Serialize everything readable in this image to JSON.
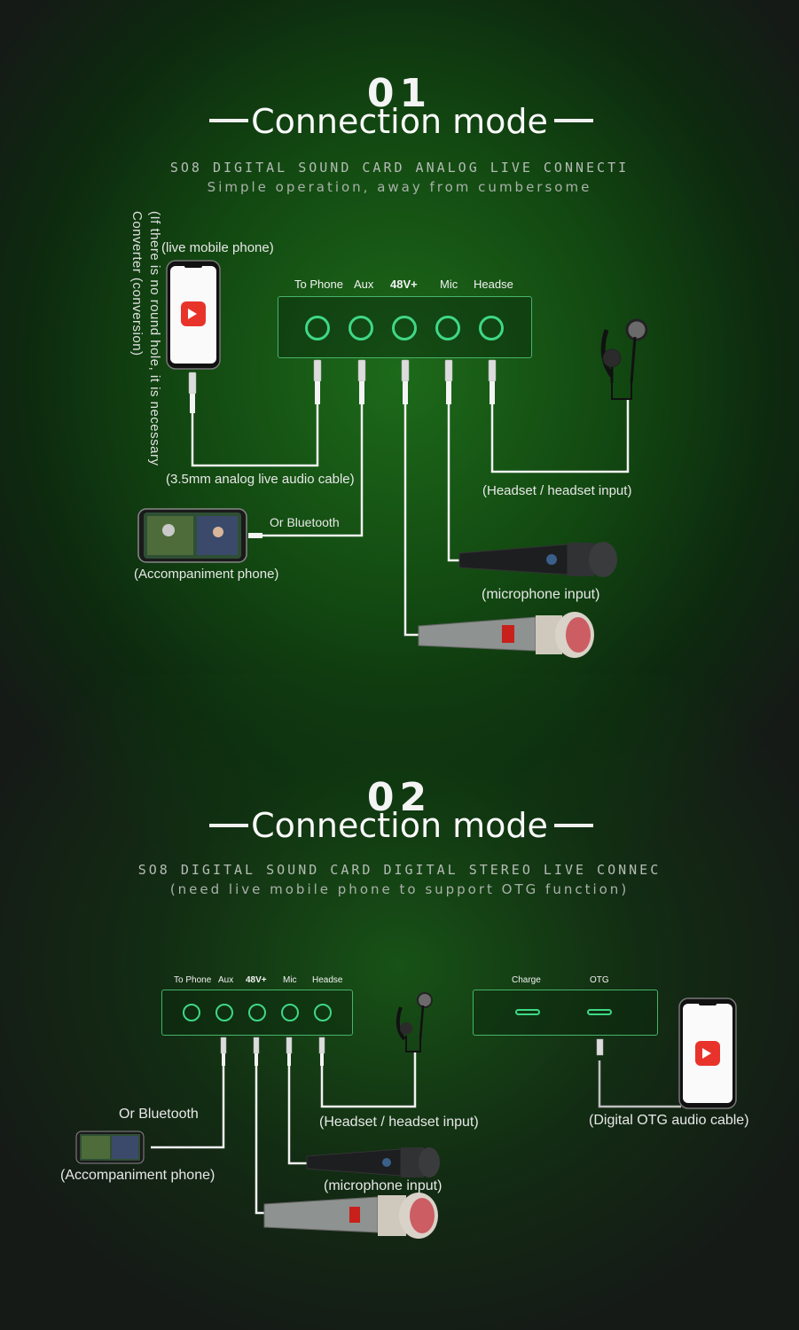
{
  "section1": {
    "number": "01",
    "title": "Connection mode",
    "subtitle": "SO8 DIGITAL SOUND CARD ANALOG LIVE CONNECTI",
    "tagline": "Simple operation, away from cumbersome",
    "note": "(If there is no round hole, it is necessary Converter (conversion)",
    "ports": [
      "To Phone",
      "Aux",
      "48V+",
      "Mic",
      "Headse"
    ],
    "labels": {
      "live_phone": "(live mobile phone)",
      "cable": "(3.5mm analog live audio cable)",
      "bluetooth": "Or Bluetooth",
      "accompaniment": "(Accompaniment phone)",
      "headset": "(Headset / headset input)",
      "microphone": "(microphone input)"
    }
  },
  "section2": {
    "number": "02",
    "title": "Connection mode",
    "subtitle": "SO8 DIGITAL SOUND CARD DIGITAL STEREO LIVE CONNEC",
    "tagline": "(need live mobile phone to support OTG function)",
    "ports": [
      "To Phone",
      "Aux",
      "48V+",
      "Mic",
      "Headse"
    ],
    "usb_ports": [
      "Charge",
      "OTG"
    ],
    "labels": {
      "bluetooth": "Or Bluetooth",
      "accompaniment": "(Accompaniment phone)",
      "headset": "(Headset / headset input)",
      "microphone": "(microphone input)",
      "otg": "(Digital OTG audio cable)"
    }
  },
  "colors": {
    "accent": "#3fd886",
    "panel_border": "#46b46a",
    "cable": "#f2f2f2"
  }
}
